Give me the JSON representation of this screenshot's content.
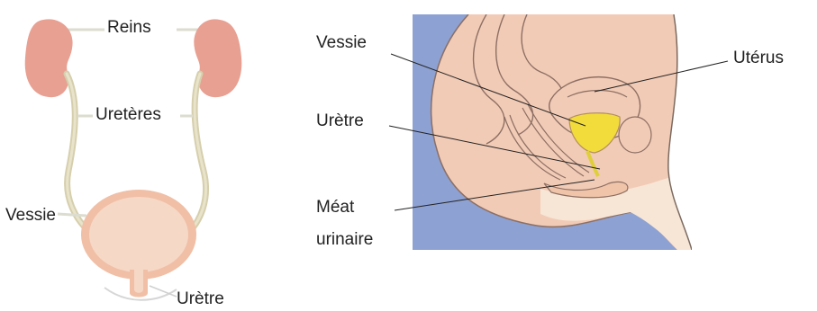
{
  "left_diagram": {
    "labels": {
      "kidneys": "Reins",
      "ureters": "Uretères",
      "bladder": "Vessie",
      "urethra": "Urètre"
    }
  },
  "right_diagram": {
    "labels": {
      "bladder": "Vessie",
      "uterus": "Utérus",
      "urethra": "Urètre",
      "meatus_line1": "Méat",
      "meatus_line2": "urinaire"
    }
  },
  "colors": {
    "kidney": "#e8a092",
    "ureter": "#ddd3b4",
    "bladder": "#f3c9b2",
    "background_panel": "#8da1d2",
    "body_tissue": "#f2cbb6",
    "bladder_highlight": "#f2dc3c"
  }
}
